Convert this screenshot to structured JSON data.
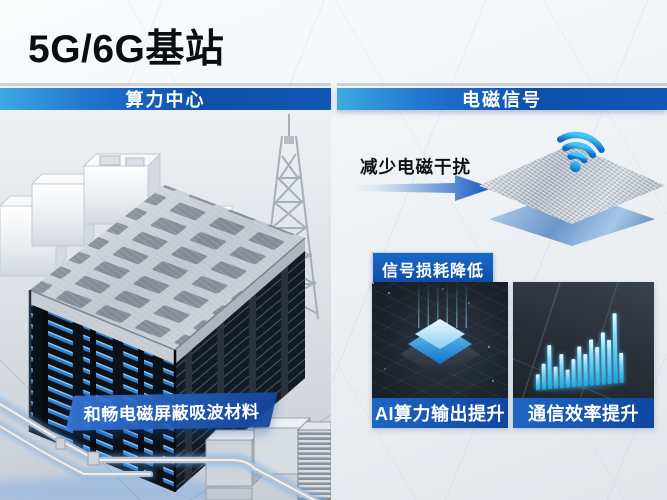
{
  "page": {
    "title": "5G/6G基站"
  },
  "left": {
    "header": "算力中心",
    "caption": "和畅电磁屏蔽吸波材料"
  },
  "right": {
    "header": "电磁信号",
    "arrow_label": "减少电磁干扰",
    "badge": "信号损耗降低",
    "cards": [
      {
        "label": "AI算力输出提升",
        "icon": "ai-chip-icon"
      },
      {
        "label": "通信效率提升",
        "icon": "bar-graph-icon"
      }
    ],
    "icons": {
      "wifi": "wifi-signal-icon",
      "arrow": "flow-arrow-icon"
    }
  },
  "colors": {
    "banner_light": "#3fa9e1",
    "banner_dark": "#0e4fa9",
    "badge_blue": "#1259b4",
    "label_blue": "#1e66c2",
    "caption_blue": "#2e6fd0",
    "glow_cyan": "#40c4ff",
    "arrow_blue": "#0d55c0",
    "title_black": "#0b0d0f"
  },
  "decor": {
    "bar_heights": [
      16,
      26,
      44,
      22,
      34,
      18,
      28,
      40,
      32,
      46,
      38,
      52,
      44,
      70,
      30
    ]
  }
}
